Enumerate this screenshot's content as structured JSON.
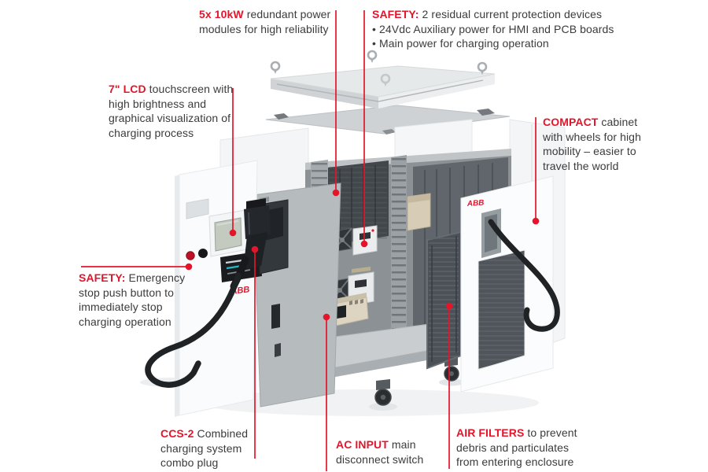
{
  "colors": {
    "accent": "#e4152b",
    "text": "#3b3b3b",
    "background": "#ffffff"
  },
  "machine": {
    "brand": "ABB"
  },
  "callouts": {
    "power_modules": {
      "prefix": "5x 10kW",
      "text": " redundant power modules for high reliability"
    },
    "rcd": {
      "prefix": "SAFETY:",
      "text": " 2 residual current protection devices",
      "bullets": [
        "• 24Vdc Auxiliary power for HMI and PCB boards",
        "• Main power for charging operation"
      ]
    },
    "lcd": {
      "prefix": "7\" LCD",
      "text": " touchscreen with high brightness and graphical visualization of charging process"
    },
    "compact": {
      "prefix": "COMPACT",
      "text": " cabinet with wheels for high mobility – easier to travel the world"
    },
    "estop": {
      "prefix": "SAFETY:",
      "text": " Emergency stop push button to immediately stop charging operation"
    },
    "ccs2": {
      "prefix": "CCS-2",
      "text": " Combined charging system combo plug"
    },
    "ac_input": {
      "prefix": "AC INPUT",
      "text": " main disconnect switch"
    },
    "air_filters": {
      "prefix": "AIR FILTERS",
      "text": " to prevent debris and particulates from entering enclosure"
    }
  }
}
